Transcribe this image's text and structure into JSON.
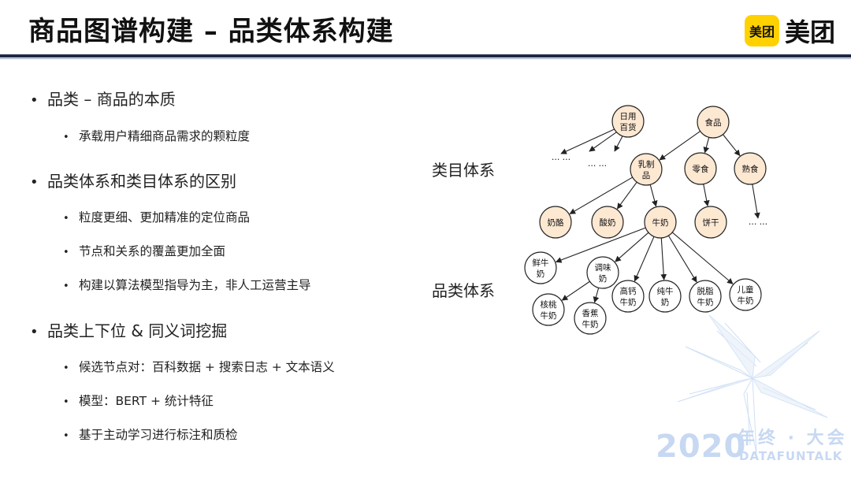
{
  "header": {
    "title": "商品图谱构建 – 品类体系构建",
    "logo_badge": "美团",
    "logo_text": "美团"
  },
  "bullets": [
    {
      "text": "品类 – 商品的本质",
      "children": [
        "承载用户精细商品需求的颗粒度"
      ]
    },
    {
      "text": "品类体系和类目体系的区别",
      "children": [
        "粒度更细、更加精准的定位商品",
        "节点和关系的覆盖更加全面",
        "构建以算法模型指导为主，非人工运营主导"
      ]
    },
    {
      "text": "品类上下位 & 同义词挖掘",
      "children": [
        "候选节点对：百科数据 + 搜索日志 + 文本语义",
        "模型：BERT + 统计特征",
        "基于主动学习进行标注和质检"
      ]
    }
  ],
  "diagram": {
    "label_category_system": "类目体系",
    "label_product_category_system": "品类体系",
    "colors": {
      "category_fill": "#fde8d2",
      "product_fill": "#ffffff",
      "stroke": "#222222"
    },
    "nodes": [
      {
        "id": "riyong",
        "lines": [
          "日用",
          "百货"
        ],
        "kind": "category"
      },
      {
        "id": "shipin",
        "lines": [
          "食品"
        ],
        "kind": "category"
      },
      {
        "id": "ruzhipin",
        "lines": [
          "乳制",
          "品"
        ],
        "kind": "category"
      },
      {
        "id": "lingshi",
        "lines": [
          "零食"
        ],
        "kind": "category"
      },
      {
        "id": "shushi",
        "lines": [
          "熟食"
        ],
        "kind": "category"
      },
      {
        "id": "nailao",
        "lines": [
          "奶酪"
        ],
        "kind": "category"
      },
      {
        "id": "suannai",
        "lines": [
          "酸奶"
        ],
        "kind": "category"
      },
      {
        "id": "niunai",
        "lines": [
          "牛奶"
        ],
        "kind": "category"
      },
      {
        "id": "binggan",
        "lines": [
          "饼干"
        ],
        "kind": "category"
      },
      {
        "id": "xianniunai",
        "lines": [
          "鲜牛",
          "奶"
        ],
        "kind": "product"
      },
      {
        "id": "tiaoweinai",
        "lines": [
          "调味",
          "奶"
        ],
        "kind": "product"
      },
      {
        "id": "gaogai",
        "lines": [
          "高钙",
          "牛奶"
        ],
        "kind": "product"
      },
      {
        "id": "chunniunai",
        "lines": [
          "纯牛",
          "奶"
        ],
        "kind": "product"
      },
      {
        "id": "tuozhi",
        "lines": [
          "脱脂",
          "牛奶"
        ],
        "kind": "product"
      },
      {
        "id": "ertong",
        "lines": [
          "儿童",
          "牛奶"
        ],
        "kind": "product"
      },
      {
        "id": "hetao",
        "lines": [
          "核桃",
          "牛奶"
        ],
        "kind": "product"
      },
      {
        "id": "xiangjiao",
        "lines": [
          "香蕉",
          "牛奶"
        ],
        "kind": "product"
      }
    ],
    "ellipses": [
      {
        "id": "dots1",
        "text": "… …"
      },
      {
        "id": "dots2",
        "text": "… …"
      },
      {
        "id": "dots3",
        "text": "… …"
      }
    ],
    "edges": [
      [
        "riyong",
        "dots1"
      ],
      [
        "riyong",
        "dots2a"
      ],
      [
        "riyong",
        "dots2b"
      ],
      [
        "shipin",
        "ruzhipin"
      ],
      [
        "shipin",
        "lingshi"
      ],
      [
        "shipin",
        "shushi"
      ],
      [
        "ruzhipin",
        "nailao"
      ],
      [
        "ruzhipin",
        "suannai"
      ],
      [
        "ruzhipin",
        "niunai"
      ],
      [
        "lingshi",
        "binggan"
      ],
      [
        "shushi",
        "dots3"
      ],
      [
        "niunai",
        "xianniunai"
      ],
      [
        "niunai",
        "tiaoweinai"
      ],
      [
        "niunai",
        "gaogai"
      ],
      [
        "niunai",
        "chunniunai"
      ],
      [
        "niunai",
        "tuozhi"
      ],
      [
        "niunai",
        "ertong"
      ],
      [
        "tiaoweinai",
        "hetao"
      ],
      [
        "tiaoweinai",
        "xiangjiao"
      ]
    ]
  },
  "watermark": {
    "year": "2020",
    "cn": "年终 · 大会",
    "en": "DATAFUNTALK"
  }
}
